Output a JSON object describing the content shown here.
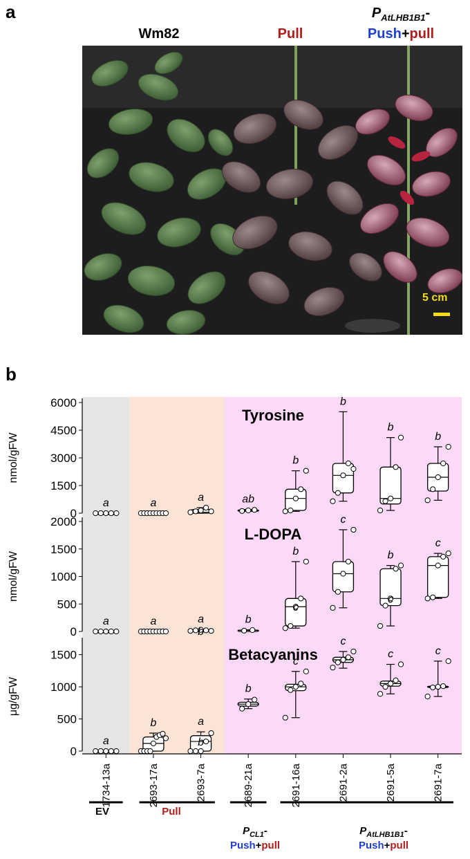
{
  "panel_a": {
    "letter": "a",
    "headers": {
      "wm82": "Wm82",
      "pull": "Pull",
      "promoter_prefix": "P",
      "promoter_sub": "AtLHB1B1",
      "dash": "-",
      "push": "Push",
      "plus": "+",
      "pull_lower": "pull"
    },
    "scale_bar_label": "5 cm"
  },
  "panel_b": {
    "letter": "b"
  },
  "colors": {
    "ev_bg": "#e6e6e6",
    "pull_bg": "#fbe3d6",
    "push_pull_bg": "#fcd9f6",
    "red_text": "#b01c1c",
    "blue_text": "#1f3fd0",
    "scale_yellow": "#f5dc1a"
  },
  "chart_data": [
    {
      "type": "box",
      "title": "Tyrosine",
      "ylabel": "nmol/gFW",
      "ylim": [
        0,
        6000
      ],
      "yticks": [
        0,
        1500,
        3000,
        4500,
        6000
      ],
      "categories": [
        "1734-13a",
        "2693-17a",
        "2693-7a",
        "2689-21a",
        "2691-16a",
        "2691-2a",
        "2691-5a",
        "2691-7a"
      ],
      "letters": [
        "a",
        "a",
        "a",
        "ab",
        "b",
        "b",
        "b",
        "b"
      ],
      "boxes": [
        {
          "min": 0,
          "q1": 0,
          "median": 0,
          "q3": 0,
          "max": 0
        },
        {
          "min": 0,
          "q1": 0,
          "median": 0,
          "q3": 0,
          "max": 0
        },
        {
          "min": 0,
          "q1": 0,
          "median": 50,
          "q3": 200,
          "max": 300
        },
        {
          "min": 100,
          "q1": 120,
          "median": 150,
          "q3": 180,
          "max": 200
        },
        {
          "min": 100,
          "q1": 150,
          "median": 800,
          "q3": 1300,
          "max": 2300
        },
        {
          "min": 650,
          "q1": 1100,
          "median": 2050,
          "q3": 2700,
          "max": 5500
        },
        {
          "min": 150,
          "q1": 500,
          "median": 800,
          "q3": 2500,
          "max": 4100
        },
        {
          "min": 700,
          "q1": 1200,
          "median": 1950,
          "q3": 2700,
          "max": 3600
        }
      ],
      "points": [
        [
          0,
          0,
          0,
          0,
          0
        ],
        [
          0,
          0,
          0,
          0,
          0,
          0,
          0,
          0,
          0
        ],
        [
          50,
          100,
          150,
          300,
          100
        ],
        [
          120,
          150,
          180
        ],
        [
          100,
          150,
          800,
          1300,
          2300
        ],
        [
          650,
          1100,
          2050,
          2700,
          2400
        ],
        [
          150,
          650,
          800,
          2500,
          4100
        ],
        [
          700,
          1300,
          1950,
          2700,
          3600
        ]
      ]
    },
    {
      "type": "box",
      "title": "L-DOPA",
      "ylabel": "nmol/gFW",
      "ylim": [
        0,
        2000
      ],
      "yticks": [
        0,
        500,
        1000,
        1500,
        2000
      ],
      "categories": [
        "1734-13a",
        "2693-17a",
        "2693-7a",
        "2689-21a",
        "2691-16a",
        "2691-2a",
        "2691-5a",
        "2691-7a"
      ],
      "letters": [
        "a",
        "a",
        "a",
        "b",
        "b",
        "c",
        "b",
        "c"
      ],
      "second_letters": [
        "",
        "",
        "b",
        "",
        "c",
        "",
        "c",
        ""
      ],
      "boxes": [
        {
          "min": 0,
          "q1": 0,
          "median": 0,
          "q3": 0,
          "max": 0
        },
        {
          "min": 0,
          "q1": 0,
          "median": 0,
          "q3": 0,
          "max": 0
        },
        {
          "min": 0,
          "q1": 0,
          "median": 10,
          "q3": 25,
          "max": 40
        },
        {
          "min": 10,
          "q1": 15,
          "median": 20,
          "q3": 25,
          "max": 30
        },
        {
          "min": 60,
          "q1": 100,
          "median": 450,
          "q3": 600,
          "max": 1270
        },
        {
          "min": 430,
          "q1": 720,
          "median": 1050,
          "q3": 1270,
          "max": 1850
        },
        {
          "min": 100,
          "q1": 470,
          "median": 600,
          "q3": 1140,
          "max": 1200
        },
        {
          "min": 600,
          "q1": 620,
          "median": 1200,
          "q3": 1360,
          "max": 1420
        }
      ],
      "points": [
        [
          0,
          0,
          0,
          0,
          0
        ],
        [
          0,
          0,
          0,
          0,
          0,
          0,
          0,
          0,
          0
        ],
        [
          10,
          20,
          30,
          20,
          10
        ],
        [
          15,
          25
        ],
        [
          60,
          100,
          450,
          600,
          1270
        ],
        [
          430,
          720,
          1050,
          1270,
          1850
        ],
        [
          100,
          470,
          600,
          1140,
          1200
        ],
        [
          600,
          620,
          1200,
          1360,
          1420
        ]
      ]
    },
    {
      "type": "box",
      "title": "Betacyanins",
      "ylabel": "μg/gFW",
      "ylim": [
        0,
        1700
      ],
      "yticks": [
        0,
        500,
        1000,
        1500
      ],
      "categories": [
        "1734-13a",
        "2693-17a",
        "2693-7a",
        "2689-21a",
        "2691-16a",
        "2691-2a",
        "2691-5a",
        "2691-7a"
      ],
      "letters": [
        "a",
        "b",
        "a",
        "b",
        "c",
        "c",
        "c",
        "c"
      ],
      "second_letters": [
        "",
        "",
        "b",
        "",
        "",
        "",
        "",
        ""
      ],
      "boxes": [
        {
          "min": 0,
          "q1": 0,
          "median": 0,
          "q3": 0,
          "max": 0
        },
        {
          "min": 0,
          "q1": 0,
          "median": 120,
          "q3": 220,
          "max": 280
        },
        {
          "min": 0,
          "q1": 0,
          "median": 150,
          "q3": 240,
          "max": 300
        },
        {
          "min": 660,
          "q1": 700,
          "median": 730,
          "q3": 760,
          "max": 810
        },
        {
          "min": 520,
          "q1": 940,
          "median": 1000,
          "q3": 1040,
          "max": 1240
        },
        {
          "min": 1290,
          "q1": 1380,
          "median": 1420,
          "q3": 1460,
          "max": 1550
        },
        {
          "min": 890,
          "q1": 1010,
          "median": 1050,
          "q3": 1090,
          "max": 1350
        },
        {
          "min": 850,
          "q1": 990,
          "median": 1000,
          "q3": 1010,
          "max": 1400
        }
      ],
      "points": [
        [
          0,
          0,
          0,
          0,
          0
        ],
        [
          0,
          0,
          0,
          0,
          120,
          220,
          250,
          270,
          200
        ],
        [
          0,
          0,
          0,
          150,
          280
        ],
        [
          660,
          730,
          800
        ],
        [
          520,
          950,
          1000,
          1050,
          1240
        ],
        [
          1300,
          1380,
          1420,
          1460,
          1550
        ],
        [
          890,
          1000,
          1050,
          1100,
          1350
        ],
        [
          850,
          990,
          1000,
          1010,
          1400
        ]
      ]
    }
  ],
  "x_tick_labels": [
    "1734-13a",
    "2693-17a",
    "2693-7a",
    "2689-21a",
    "2691-16a",
    "2691-2a",
    "2691-5a",
    "2691-7a"
  ],
  "groups": {
    "ev": "EV",
    "pull": "Pull",
    "pcl1_prefix": "P",
    "pcl1_sub": "CL1",
    "plhb_prefix": "P",
    "plhb_sub": "AtLHB1B1",
    "dash": "-",
    "push": "Push",
    "plus": "+",
    "pull_lower": "pull"
  }
}
